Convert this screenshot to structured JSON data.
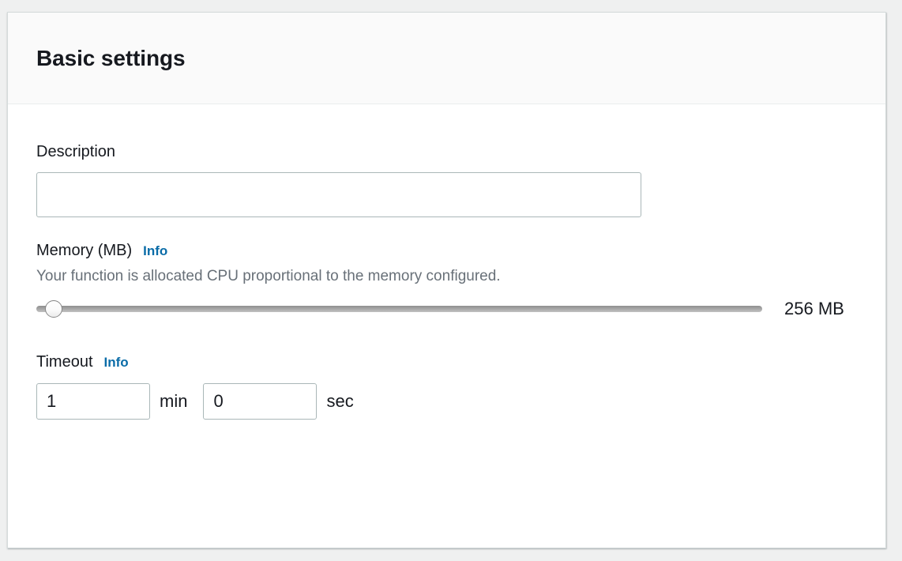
{
  "card": {
    "title": "Basic settings"
  },
  "description": {
    "label": "Description",
    "value": "",
    "placeholder": ""
  },
  "memory": {
    "label": "Memory (MB)",
    "info_label": "Info",
    "hint": "Your function is allocated CPU proportional to the memory configured.",
    "value_label": "256 MB",
    "slider": {
      "value": 256,
      "min": 128,
      "max": 10240,
      "step": 64
    }
  },
  "timeout": {
    "label": "Timeout",
    "info_label": "Info",
    "minutes": {
      "value": "1",
      "unit_label": "min"
    },
    "seconds": {
      "value": "0",
      "unit_label": "sec"
    }
  },
  "colors": {
    "page_background": "#eff0f0",
    "card_background": "#ffffff",
    "header_background": "#fafafa",
    "card_border": "#d5dbdb",
    "input_border": "#aab7b8",
    "text_primary": "#16191f",
    "text_secondary": "#687078",
    "link_blue": "#0a6ca8",
    "slider_track": "#a5a5a5"
  }
}
